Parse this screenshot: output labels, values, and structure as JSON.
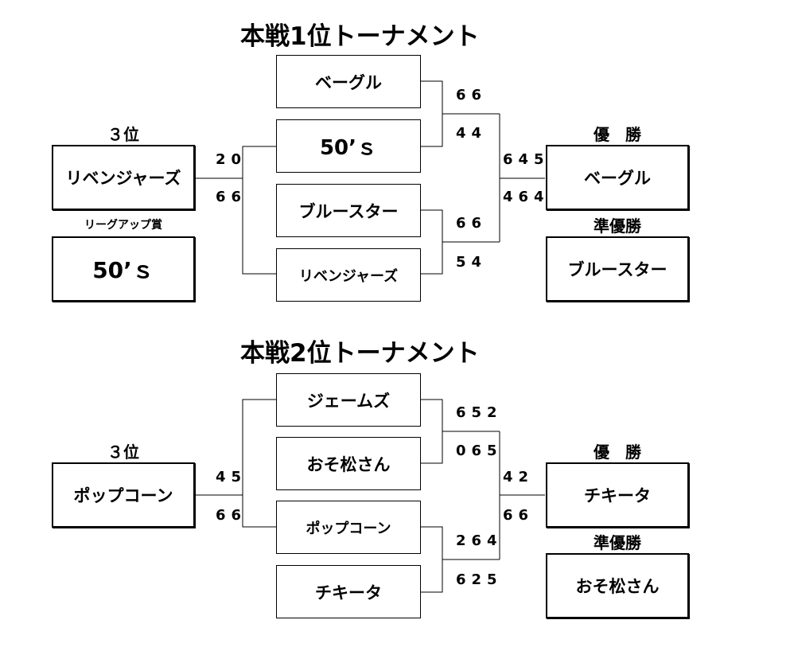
{
  "t1": {
    "title": "本戦1位トーナメント",
    "rank3_label": "３位",
    "rank3_team": "リベンジャーズ",
    "league_label": "リーグアップ賞",
    "league_team": "50’ｓ",
    "teams": [
      "ベーグル",
      "50’ｓ",
      "ブルースター",
      "リベンジャーズ"
    ],
    "s_a1": "66",
    "s_a2": "44",
    "s_b1": "66",
    "s_b2": "54",
    "s_l1": "20",
    "s_l2": "66",
    "s_f1": "645",
    "s_f2": "464",
    "winner_label": "優　勝",
    "winner": "ベーグル",
    "runner_label": "準優勝",
    "runner": "ブルースター"
  },
  "t2": {
    "title": "本戦2位トーナメント",
    "rank3_label": "３位",
    "rank3_team": "ポップコーン",
    "teams": [
      "ジェームズ",
      "おそ松さん",
      "ポップコーン",
      "チキータ"
    ],
    "s_a1": "652",
    "s_a2": "065",
    "s_b1": "264",
    "s_b2": "625",
    "s_l1": "45",
    "s_l2": "66",
    "s_f1": "42",
    "s_f2": "66",
    "winner_label": "優　勝",
    "winner": "チキータ",
    "runner_label": "準優勝",
    "runner": "おそ松さん"
  }
}
